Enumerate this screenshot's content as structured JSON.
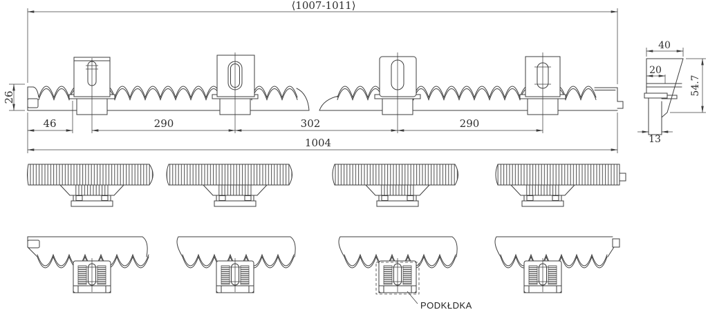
{
  "drawing": {
    "background": "#ffffff",
    "line_color": "#3c3c3c",
    "front_view": {
      "dim_total_tolerance": "⟨1007-1011⟩",
      "dim_height": "26",
      "dim_left_offset": "46",
      "dim_spacing_1": "290",
      "dim_spacing_2": "302",
      "dim_spacing_3": "290",
      "dim_overall_length": "1004"
    },
    "side_view": {
      "dim_top_width": "40",
      "dim_inner_width": "20",
      "dim_height": "54.7",
      "dim_stem_width": "13"
    },
    "bottom_view": {
      "washer_label": "PODKŁDKA"
    }
  }
}
